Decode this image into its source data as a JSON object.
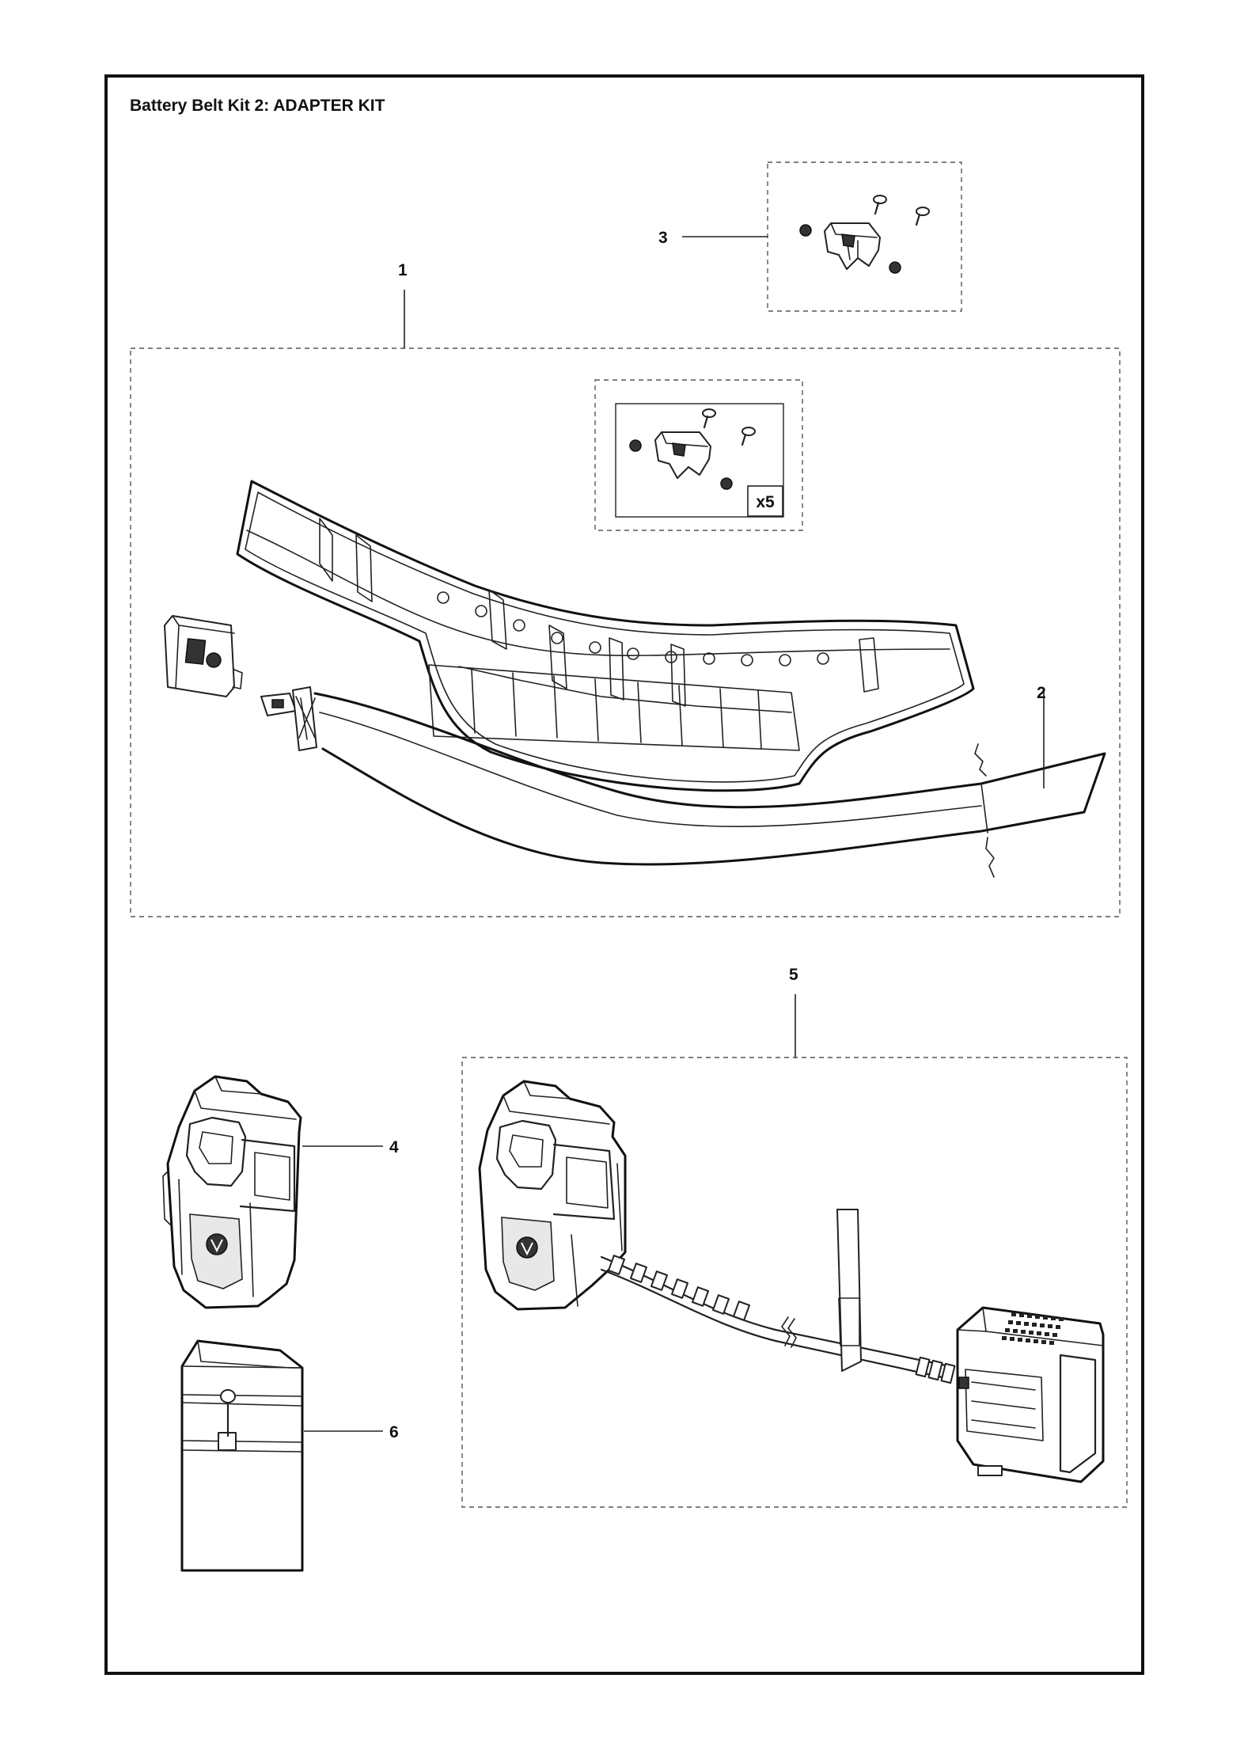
{
  "page": {
    "title": "Battery Belt Kit 2: ADAPTER KIT"
  },
  "callouts": {
    "item1": "1",
    "item2": "2",
    "item3": "3",
    "item4": "4",
    "item5": "5",
    "item6": "6",
    "quantity_badge": "x5"
  },
  "parts": {
    "item1": "battery-belt-assembly",
    "item2": "belt-strap",
    "item3": "clip-kit",
    "item4": "battery-holder",
    "item5": "adapter-with-cable",
    "item6": "holder-cover"
  }
}
